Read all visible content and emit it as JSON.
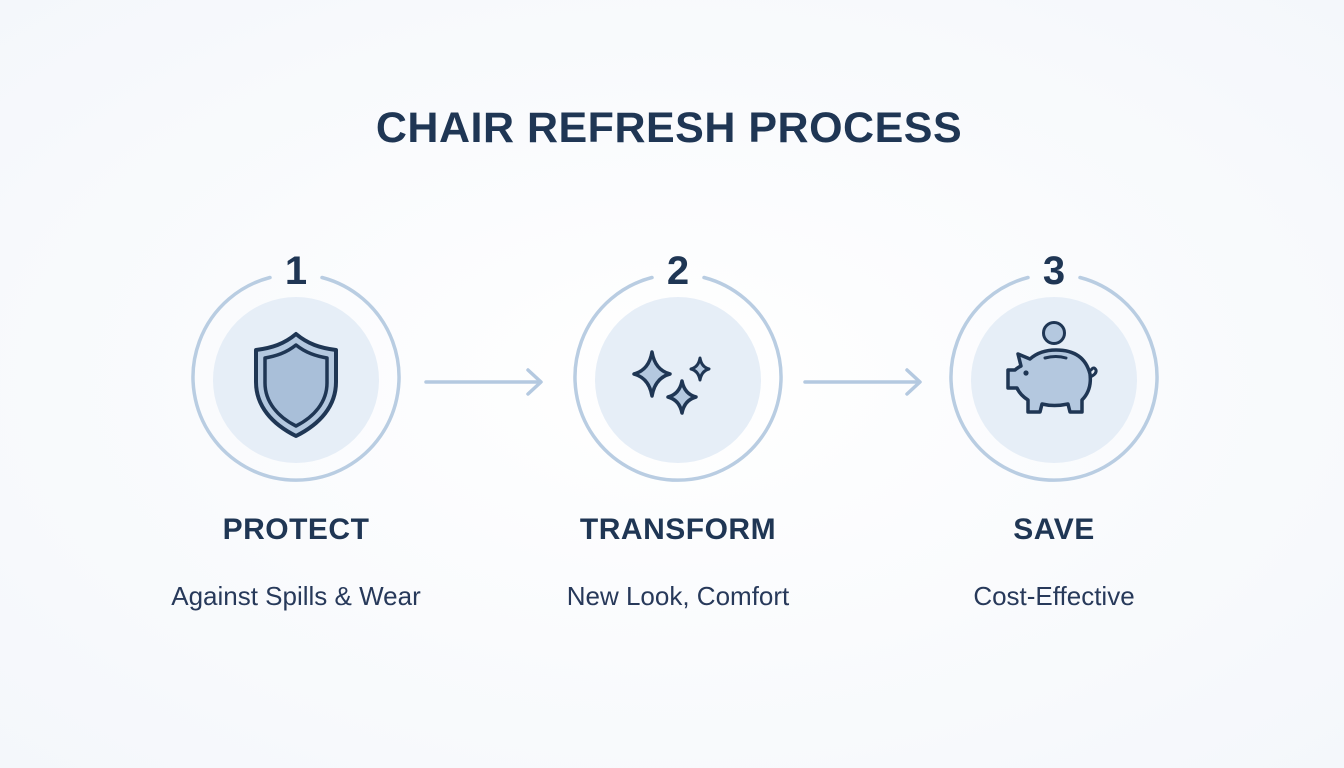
{
  "title": "CHAIR REFRESH PROCESS",
  "colors": {
    "text": "#1f3654",
    "ring": "#b9cde2",
    "disc": "#e6eef7",
    "icon_fill": "#b4c8df",
    "icon_stroke": "#1f3654",
    "arrow": "#b4c9e0"
  },
  "steps": [
    {
      "number": "1",
      "icon": "shield-icon",
      "heading": "PROTECT",
      "description": "Against Spills & Wear"
    },
    {
      "number": "2",
      "icon": "sparkles-icon",
      "heading": "TRANSFORM",
      "description": "New Look, Comfort"
    },
    {
      "number": "3",
      "icon": "piggy-bank-icon",
      "heading": "SAVE",
      "description": "Cost-Effective"
    }
  ],
  "connectors": [
    {
      "from": "1",
      "to": "2",
      "icon": "arrow-right-icon"
    },
    {
      "from": "2",
      "to": "3",
      "icon": "arrow-right-icon"
    }
  ]
}
